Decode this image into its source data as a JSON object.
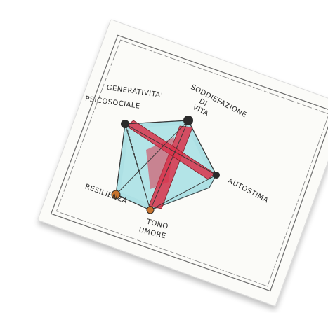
{
  "diagram": {
    "labels": {
      "top_left_line1": "GENERATIVITA'",
      "top_left_line2": "PSICOSOCIALE",
      "top_right_line1": "SODDISFAZIONE",
      "top_right_line2": "DI",
      "top_right_line3": "VITA",
      "right": "AUTOSTIMA",
      "bottom_left": "RESILIENZA",
      "bottom_line1": "TONO",
      "bottom_line2": "UMORE"
    },
    "colors": {
      "paper": "#fbfbf8",
      "frame": "#666666",
      "blue_fill": "#9fdbe0",
      "red_fill": "#d8334a",
      "node": "#2b2b2b",
      "node_orange": "#c8732e"
    }
  }
}
